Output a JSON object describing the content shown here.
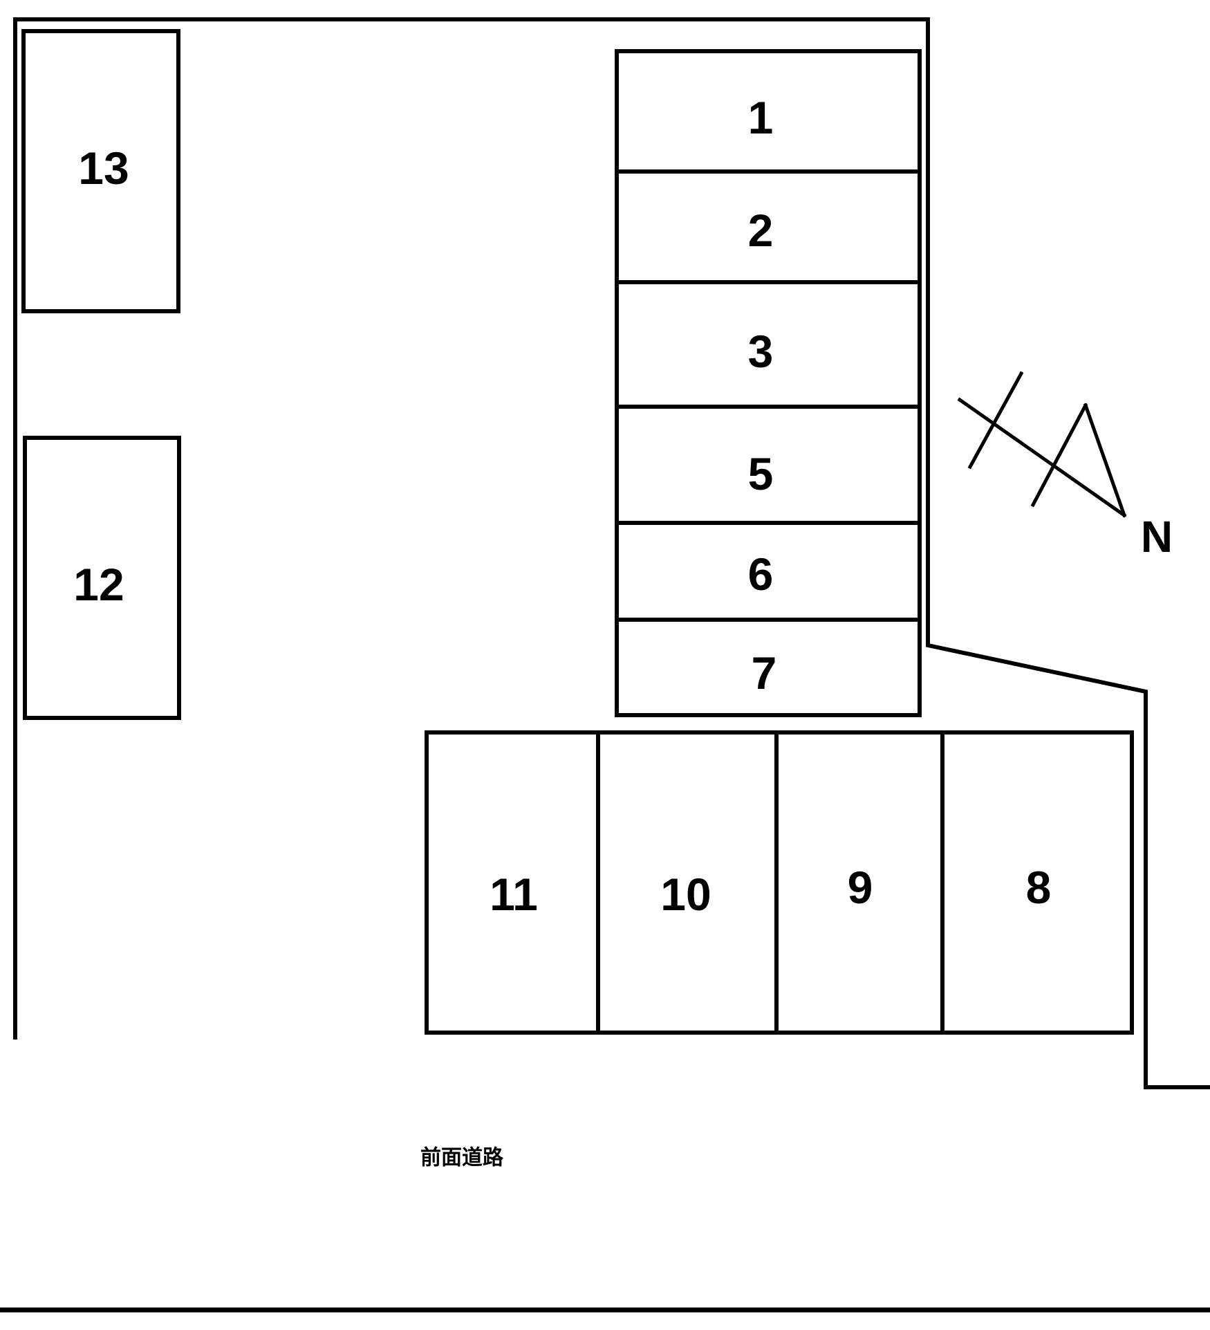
{
  "slots": {
    "s1": "1",
    "s2": "2",
    "s3": "3",
    "s5": "5",
    "s6": "6",
    "s7": "7",
    "s8": "8",
    "s9": "9",
    "s10": "10",
    "s11": "11",
    "s12": "12",
    "s13": "13"
  },
  "compass": {
    "label": "N"
  },
  "road": {
    "label": "前面道路"
  }
}
